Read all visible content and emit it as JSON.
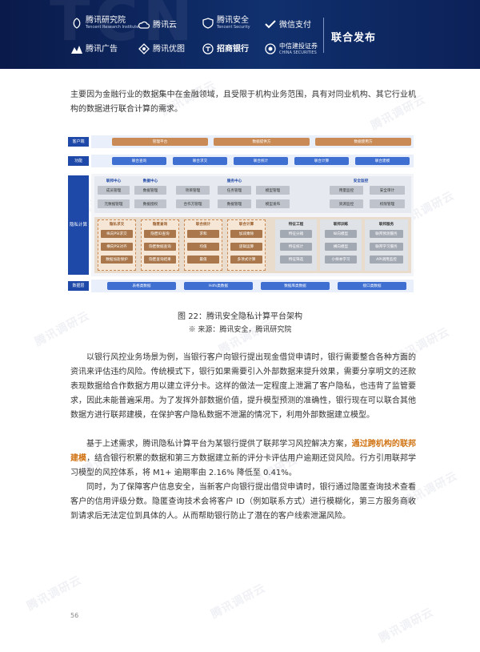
{
  "header": {
    "logos": [
      {
        "name": "腾讯研究院",
        "sub": "Tencent Research Institute"
      },
      {
        "name": "腾讯云",
        "sub": ""
      },
      {
        "name": "腾讯安全",
        "sub": "Tencent Security"
      },
      {
        "name": "微信支付",
        "sub": ""
      },
      {
        "name": "腾讯广告",
        "sub": ""
      },
      {
        "name": "腾讯优图",
        "sub": ""
      },
      {
        "name": "招商银行",
        "sub": ""
      },
      {
        "name": "中信建投证券",
        "sub": "CHINA SECURITIES"
      }
    ],
    "publish": "联合发布"
  },
  "watermark": "腾讯调研云",
  "para_intro": "主要因为金融行业的数据集中在金融领域，且受限于机构业务范围，具有对同业机构、其它行业机构的数据进行联合计算的需求。",
  "diagram": {
    "rows": {
      "client": "客户端",
      "function": "功能",
      "privacy": "隐私计算",
      "data": "数据层"
    },
    "client_items": [
      "管理平台",
      "数据提供方",
      "数据使用方"
    ],
    "function_items": [
      "联合查询",
      "联合求交",
      "联合统计",
      "联合计算",
      "联合建模"
    ],
    "service_groups": [
      {
        "title": "联邦中心",
        "items": [
          "成员管理",
          "元数据管理"
        ]
      },
      {
        "title": "数据中心",
        "items": [
          "数据管理",
          "数据授权"
        ]
      },
      {
        "title": "",
        "items": [
          "项目管理",
          "合作方管理"
        ]
      },
      {
        "title": "服务中心",
        "items": [
          "任务管理",
          "数据管理"
        ]
      },
      {
        "title": "",
        "items": [
          "模型管理",
          "模型发布"
        ]
      },
      {
        "title": "安全监控",
        "items": [
          "用量监控",
          "资源监控"
        ]
      },
      {
        "title": "",
        "items": [
          "安全审计",
          "权限管理"
        ]
      }
    ],
    "compute_groups": [
      {
        "title": "隐私求交",
        "items": [
          "纵向PSI求交",
          "横向PSI对齐",
          "数据加盐保护"
        ]
      },
      {
        "title": "隐匿查询",
        "items": [
          "隐匿ID查询",
          "隐匿数据查询",
          "隐匿查询结果"
        ]
      },
      {
        "title": "联合统计",
        "items": [
          "求和",
          "均值",
          "最值"
        ]
      },
      {
        "title": "联合计算",
        "items": [
          "加减乘除",
          "逻辑运算",
          "多项式计算"
        ]
      },
      {
        "title": "特征工程",
        "items": [
          "特征分箱",
          "特征统计",
          "特征筛选"
        ]
      },
      {
        "title": "联邦训练",
        "items": [
          "纵向模型",
          "横向模型",
          "小样本学习"
        ]
      },
      {
        "title": "联邦服务",
        "items": [
          "联邦预测服务",
          "联邦学习服务",
          "API调用监控"
        ]
      }
    ],
    "data_items": [
      "表格类数据",
      "Hdfs类数据",
      "数据库类数据",
      "接口类数据"
    ]
  },
  "caption": "图 22：腾讯安全隐私计算平台架构",
  "source": "※ 来源：腾讯安全，腾讯研究院",
  "para1": "以银行风控业务场景为例，当银行客户向银行提出现金借贷申请时，银行需要整合各种方面的资讯来评估违约风险。传统模式下，银行如果需要引入外部数据来提升效果，需要分享明文的还款表现数据给合作数据方用以建立评分卡。这样的做法一定程度上泄漏了客户隐私，也违背了监管要求，因此未能普遍采用。为了发挥外部数据价值，提升模型预测的准确性，银行现在可以联合其他数据方进行联邦建模，在保护客户隐私数据不泄漏的情况下，利用外部数据建立模型。",
  "para2_a": "基于上述需求，腾讯隐私计算平台为某银行提供了联邦学习风控解决方案，",
  "para2_hl": "通过跨机构的联邦建模",
  "para2_b": "，结合银行积累的数据和第三方数据建立新的评分卡评估用户逾期还贷风险。行方引用联邦学习模型的风控体系，将 M1+ 逾期率由 2.16% 降低至 0.41%。",
  "para3": "同时，为了保障客户信息安全，当新客户向银行提出借贷申请时，银行通过隐匿查询技术查看客户的信用评级分数。隐匿查询技术会将客户 ID（例如联系方式）进行模糊化，第三方服务商收到请求后无法定位到具体的人。从而帮助银行防止了潜在的客户线索泄漏风险。",
  "page_number": "56",
  "colors": {
    "header": "#10306e",
    "accent": "#1f49a8",
    "highlight": "#d07414",
    "compute": "#c98a55"
  }
}
